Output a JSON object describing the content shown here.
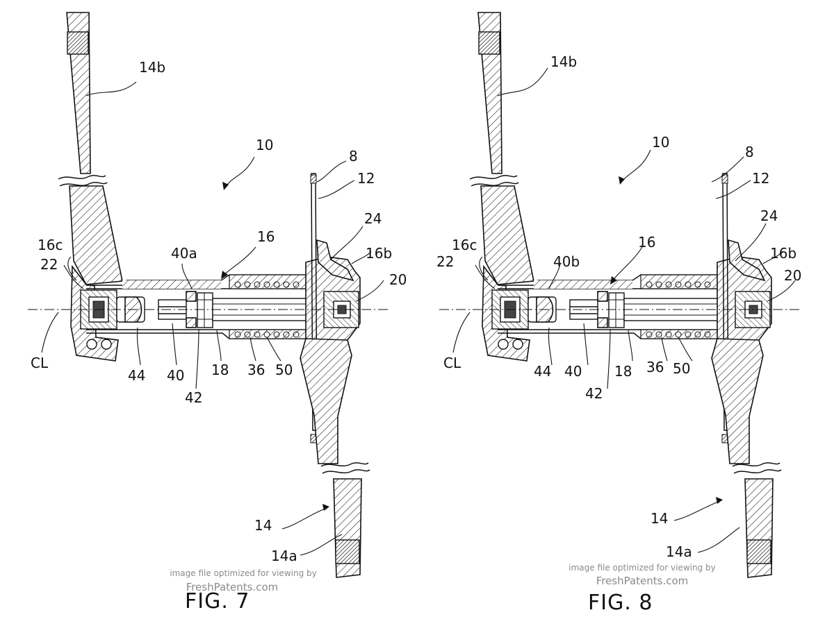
{
  "figures": [
    {
      "id": "fig7",
      "title": "FIG. 7",
      "labels": {
        "l14b": "14b",
        "l10": "10",
        "l8": "8",
        "l12": "12",
        "l16": "16",
        "l24": "24",
        "l16c": "16c",
        "l22": "22",
        "l40x": "40a",
        "l16b": "16b",
        "l20": "20",
        "lCL": "CL",
        "l44": "44",
        "l40": "40",
        "l18": "18",
        "l36": "36",
        "l50": "50",
        "l42": "42",
        "l14": "14",
        "l14a": "14a"
      },
      "watermark": {
        "line1": "image file optimized for viewing by",
        "line2": "FreshPatents.com"
      }
    },
    {
      "id": "fig8",
      "title": "FIG. 8",
      "labels": {
        "l14b": "14b",
        "l10": "10",
        "l8": "8",
        "l12": "12",
        "l16": "16",
        "l24": "24",
        "l16c": "16c",
        "l22": "22",
        "l40x": "40b",
        "l16b": "16b",
        "l20": "20",
        "lCL": "CL",
        "l44": "44",
        "l40": "40",
        "l18": "18",
        "l36": "36",
        "l50": "50",
        "l42": "42",
        "l14": "14",
        "l14a": "14a"
      },
      "watermark": {
        "line1": "image file optimized for viewing by",
        "line2": "FreshPatents.com"
      }
    }
  ]
}
